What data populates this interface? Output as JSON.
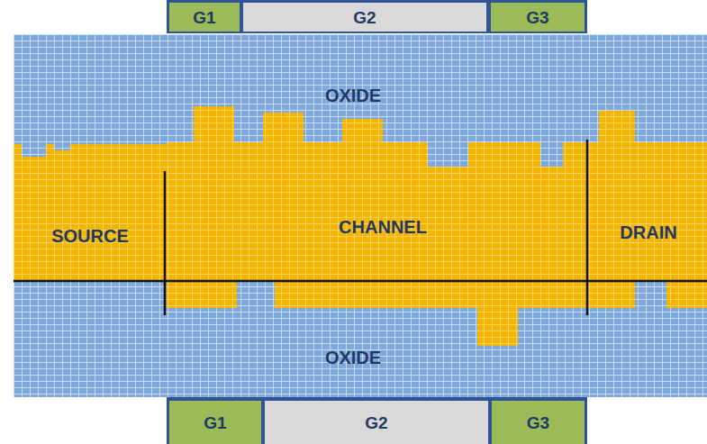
{
  "diagram": {
    "nodes": [
      {
        "text": [
          "G1"
        ]
      },
      {
        "text": [
          "G2"
        ]
      },
      {
        "text": [
          "G3"
        ]
      },
      {
        "text": [
          "G1"
        ]
      },
      {
        "text": [
          "G2"
        ]
      },
      {
        "text": [
          "G3"
        ]
      }
    ],
    "labels": [
      "OXIDE",
      "SOURCE",
      "CHANNEL",
      "DRAIN",
      "OXIDE"
    ]
  }
}
